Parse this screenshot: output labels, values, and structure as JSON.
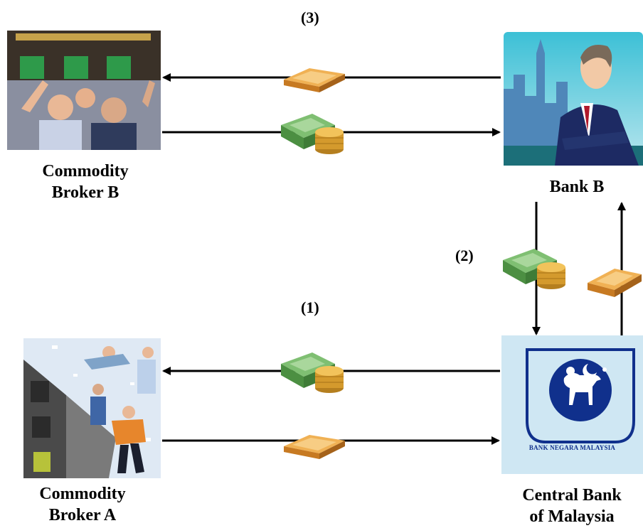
{
  "steps": {
    "step1": "(1)",
    "step2": "(2)",
    "step3": "(3)"
  },
  "parties": {
    "broker_b": {
      "line1": "Commodity",
      "line2": "Broker B"
    },
    "bank_b": {
      "line1": "Bank B"
    },
    "broker_a": {
      "line1": "Commodity",
      "line2": "Broker A"
    },
    "central_bank": {
      "line1": "Central Bank",
      "line2": "of Malaysia"
    }
  },
  "logo": {
    "text": "BANK NEGARA MALAYSIA"
  },
  "colors": {
    "arrow": "#000000",
    "gold": "#e09a3c",
    "cash": "#5e9a52",
    "coin": "#e3b045",
    "logo_blue": "#10308c",
    "logo_bg": "#cfe7f3"
  }
}
